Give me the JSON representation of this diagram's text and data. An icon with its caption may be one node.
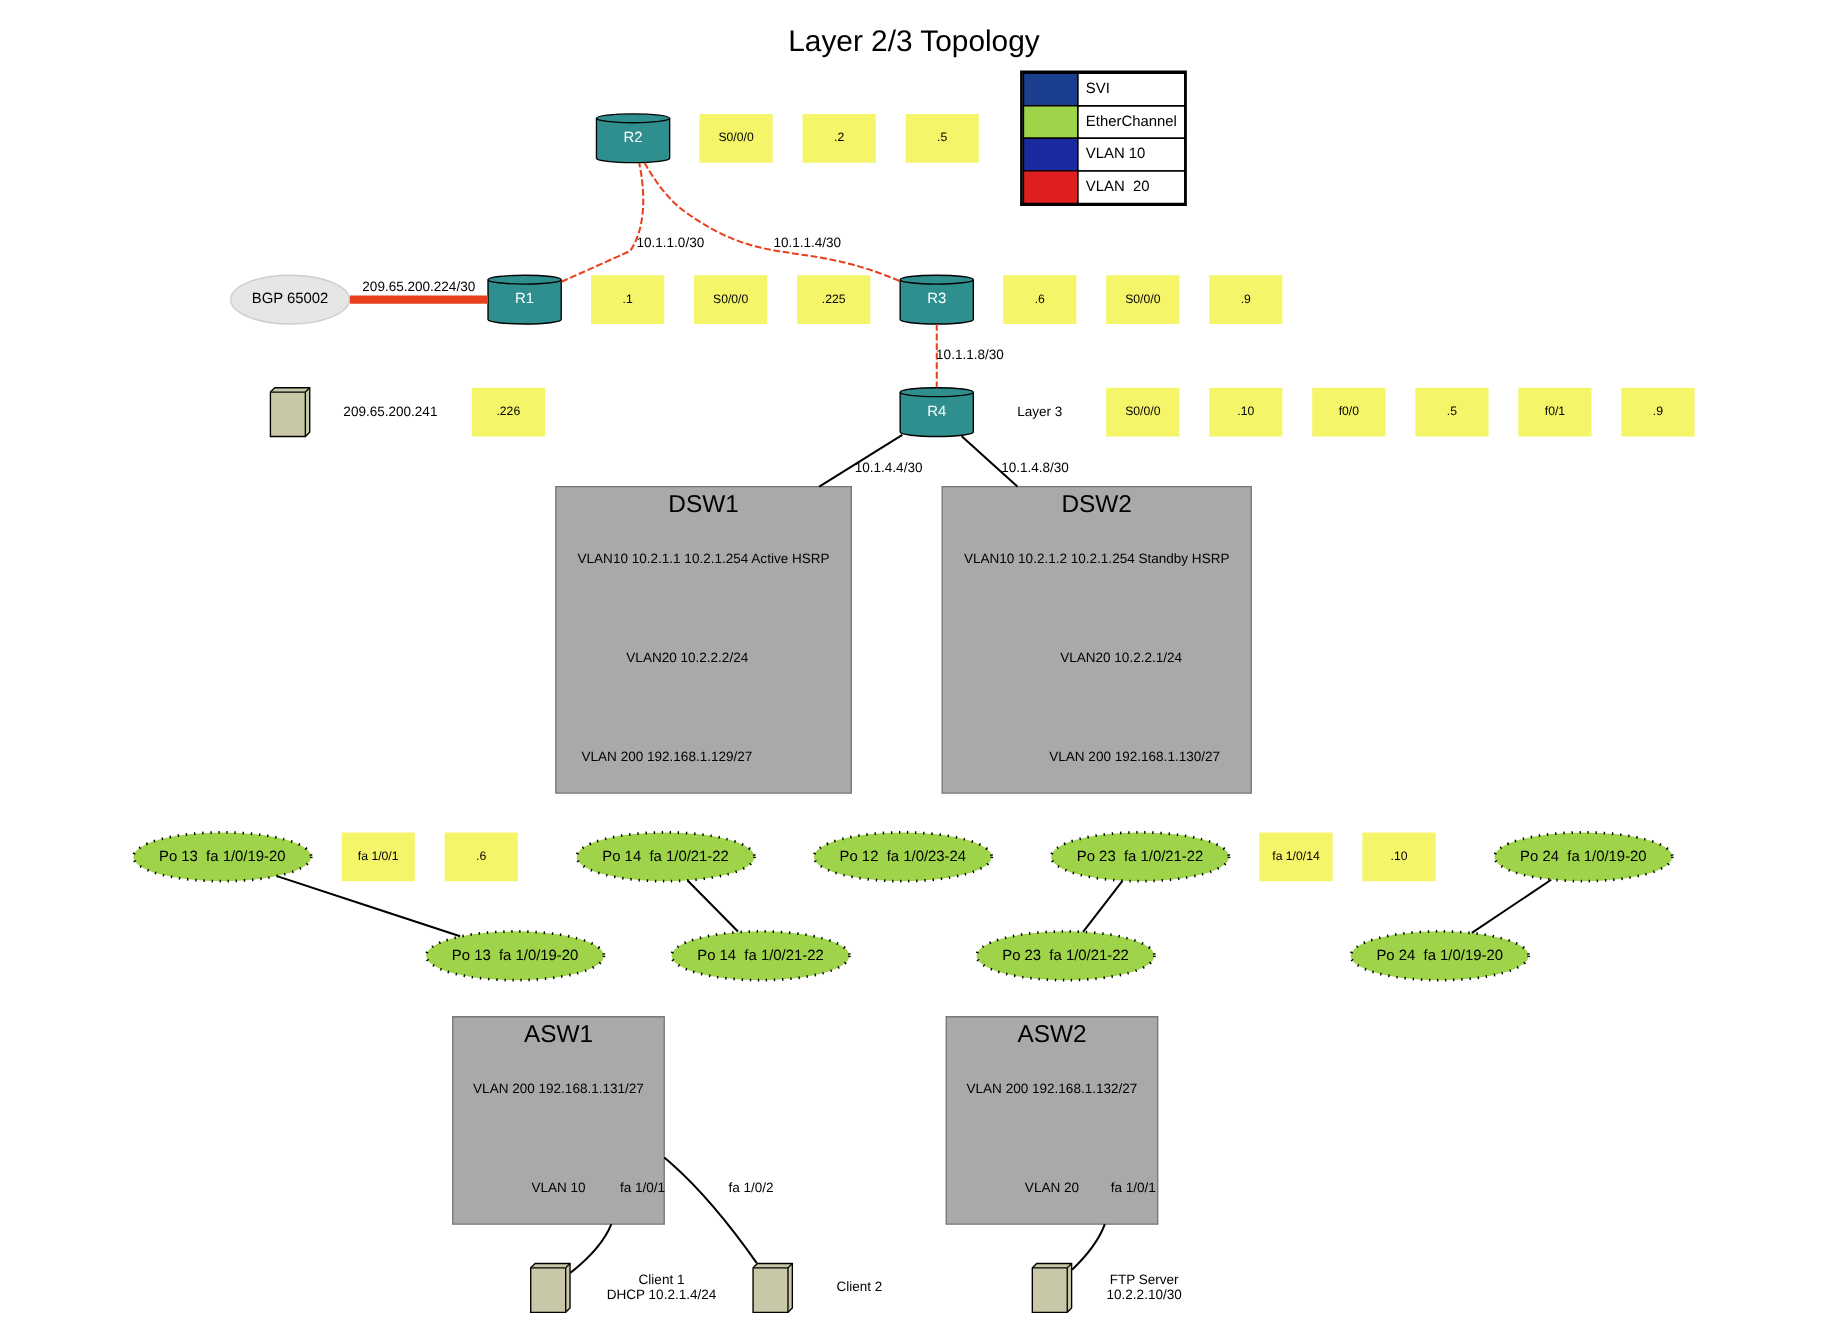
{
  "diagram": {
    "title": "Layer 2/3 Topology",
    "nodes": [
      {
        "text": [
          "BGP 65002"
        ]
      },
      {
        "text": [],
        "shape": "picture",
        "beside": [
          "209.65.200.241"
        ]
      },
      {
        "text": [
          "R1"
        ]
      },
      {
        "text": [
          "R2"
        ]
      },
      {
        "text": [
          "R3"
        ]
      },
      {
        "text": [
          "R4"
        ],
        "beside": [
          "Layer 3"
        ]
      },
      {
        "text": [
          "DSW1"
        ]
      },
      {
        "text": [
          "DSW2"
        ]
      },
      {
        "text": [
          "ASW1"
        ]
      },
      {
        "text": [
          "ASW2"
        ]
      },
      {
        "text": [
          "Po 12  fa 1/0/23-24"
        ]
      },
      {
        "text": [
          "Po 13  fa 1/0/19-20"
        ]
      },
      {
        "text": [
          "Po 14  fa 1/0/21-22"
        ]
      },
      {
        "text": [
          "Po 23  fa 1/0/21-22"
        ]
      },
      {
        "text": [
          "Po 24  fa 1/0/19-20"
        ]
      },
      {
        "text": [
          "Po 13  fa 1/0/19-20"
        ]
      },
      {
        "text": [
          "Po 23  fa 1/0/21-22"
        ]
      },
      {
        "text": [
          "Po 14  fa 1/0/21-22"
        ]
      },
      {
        "text": [
          "Po 24  fa 1/0/19-20"
        ]
      },
      {
        "text": [],
        "shape": "picture",
        "beside": [
          "Client 1",
          "DHCP 10.2.1.4/24"
        ]
      },
      {
        "text": [],
        "shape": "picture",
        "beside": [
          "Client 2"
        ]
      },
      {
        "text": [],
        "shape": "picture",
        "beside": [
          "FTP Server",
          "10.2.2.10/30"
        ]
      }
    ],
    "edges": [
      {
        "from": 0,
        "to": 2,
        "arrow": "none",
        "label": "209.65.200.224/30",
        "color": "#e8401c",
        "style": "thick"
      },
      {
        "from": 2,
        "to": 3,
        "arrow": "none",
        "label": "10.1.1.0/30",
        "color": "#e8401c",
        "style": "dashed"
      },
      {
        "from": 3,
        "to": 4,
        "arrow": "none",
        "label": "10.1.1.4/30",
        "color": "#e8401c",
        "style": "dashed"
      },
      {
        "from": 4,
        "to": 5,
        "arrow": "none",
        "label": "10.1.1.8/30",
        "color": "#e8401c",
        "style": "dashed"
      },
      {
        "from": 5,
        "to": 6,
        "arrow": "none",
        "label": "10.1.4.4/30"
      },
      {
        "from": 5,
        "to": 7,
        "arrow": "none",
        "label": "10.1.4.8/30"
      },
      {
        "from": 11,
        "to": 15,
        "arrow": "none"
      },
      {
        "from": 12,
        "to": 17,
        "arrow": "none"
      },
      {
        "from": 13,
        "to": 16,
        "arrow": "none"
      },
      {
        "from": 14,
        "to": 18,
        "arrow": "none"
      },
      {
        "from": 19,
        "to": 8,
        "arrow": "none",
        "label": "fa 1/0/1"
      },
      {
        "from": 20,
        "to": 8,
        "arrow": "none",
        "label": "fa 1/0/2"
      },
      {
        "from": 21,
        "to": 9,
        "arrow": "none",
        "label": "fa 1/0/1"
      }
    ],
    "labels": [
      "S0/0/0",
      ".2",
      ".5",
      ".1",
      "S0/0/0",
      ".225",
      ".226",
      ".6",
      "S0/0/0",
      ".9",
      "S0/0/0",
      ".10",
      "f0/0",
      ".5",
      "f0/1",
      ".9",
      "fa 1/0/1",
      ".6",
      "fa 1/0/14",
      ".10",
      "VLAN10 10.2.1.1 10.2.1.254 Active HSRP",
      "VLAN20 10.2.2.2/24",
      "VLAN 200 192.168.1.129/27",
      "VLAN10 10.2.1.2 10.2.1.254 Standby HSRP",
      "VLAN20 10.2.2.1/24",
      "VLAN 200 192.168.1.130/27",
      "VLAN 200 192.168.1.131/27",
      "VLAN 10",
      "VLAN 200 192.168.1.132/27",
      "VLAN 20"
    ],
    "legend": [
      {
        "text": "SVI"
      },
      {
        "text": "EtherChannel"
      },
      {
        "text": "VLAN 10"
      },
      {
        "text": "VLAN  20"
      }
    ]
  }
}
